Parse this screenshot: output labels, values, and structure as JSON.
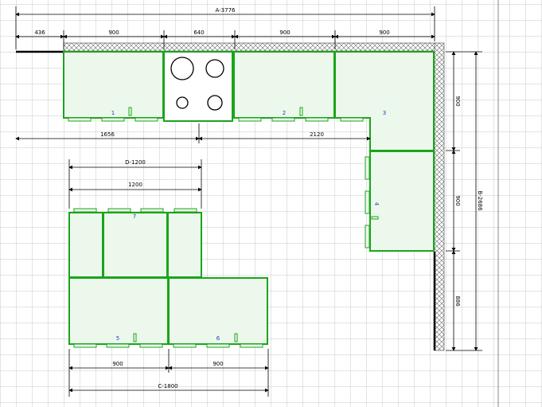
{
  "colors": {
    "grid": "#c8c8c8",
    "cabinet_fill": "#ecf8ec",
    "cabinet_stroke": "#1aa51a",
    "wall_hatch": "#555555",
    "dimension_line": "#000000",
    "cabinet_number": "#1f3fbf"
  },
  "dimensions": {
    "overall_width": "A-3776",
    "seg_436": "436",
    "seg_900_a": "900",
    "seg_640": "640",
    "seg_900_b": "900",
    "seg_900_c": "900",
    "run_1656": "1656",
    "run_2120": "2120",
    "island_d": "D-1200",
    "island_1200": "1200",
    "right_900_a": "900",
    "right_900_b": "900",
    "right_886": "886",
    "overall_height": "B-2686",
    "bottom_900_a": "900",
    "bottom_900_b": "900",
    "bottom_total": "C-1800"
  },
  "cabinets": {
    "c1": "1",
    "c2": "2",
    "c3": "3",
    "c4": "4",
    "c5": "5",
    "c6": "6",
    "c7": "7"
  }
}
